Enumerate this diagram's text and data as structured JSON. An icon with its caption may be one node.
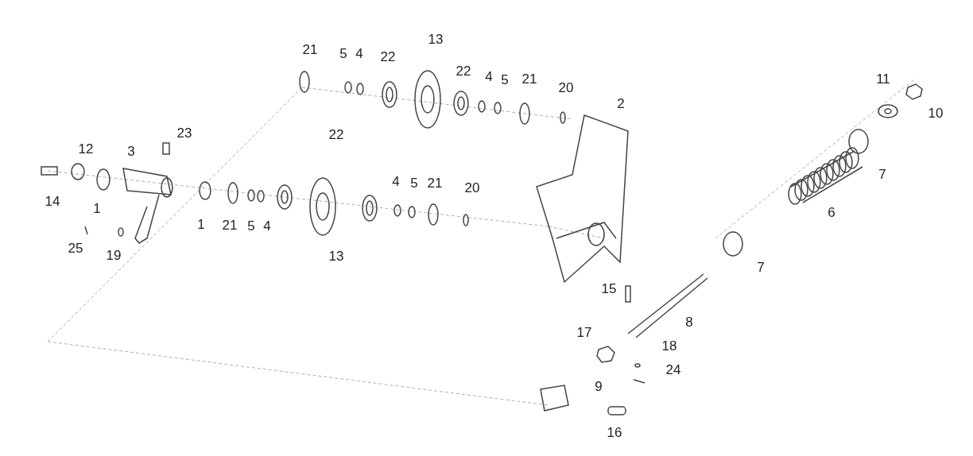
{
  "diagram": {
    "labels": [
      "13",
      "21",
      "5",
      "4",
      "22",
      "22",
      "4",
      "5",
      "21",
      "11",
      "10",
      "20",
      "2",
      "23",
      "22",
      "12",
      "3",
      "7",
      "4",
      "5",
      "21",
      "20",
      "14",
      "1",
      "6",
      "1",
      "21",
      "5",
      "4",
      "25",
      "19",
      "7",
      "13",
      "15",
      "8",
      "17",
      "18",
      "24",
      "9",
      "16"
    ]
  }
}
